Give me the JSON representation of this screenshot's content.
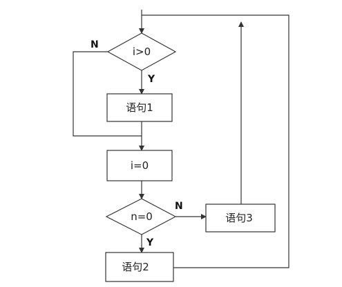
{
  "flowchart": {
    "decision_1": {
      "text": "i>0",
      "no_label": "N",
      "yes_label": "Y"
    },
    "statement_1": {
      "text": "语句1"
    },
    "assign_box": {
      "text": "i=0"
    },
    "decision_2": {
      "text": "n=0",
      "no_label": "N",
      "yes_label": "Y"
    },
    "statement_3": {
      "text": "语句3"
    },
    "statement_2": {
      "text": "语句2"
    }
  }
}
